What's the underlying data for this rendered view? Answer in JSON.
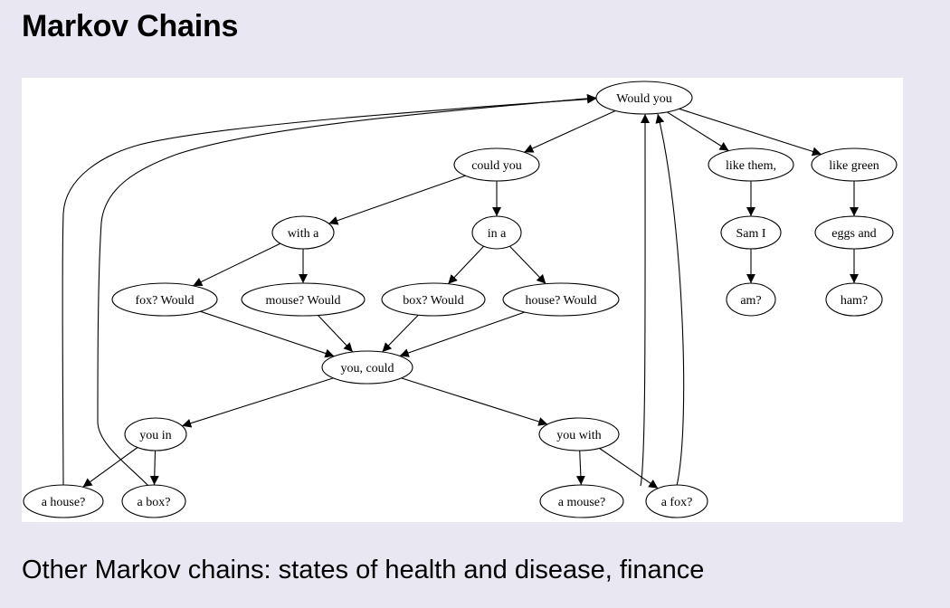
{
  "page": {
    "title": "Markov Chains",
    "footer": "Other Markov chains: states of health and disease, finance"
  },
  "diagram": {
    "nodes": [
      {
        "id": "would_you",
        "label": "Would you"
      },
      {
        "id": "could_you",
        "label": "could you"
      },
      {
        "id": "like_them",
        "label": "like them,"
      },
      {
        "id": "like_green",
        "label": "like green"
      },
      {
        "id": "with_a",
        "label": "with a"
      },
      {
        "id": "in_a",
        "label": "in a"
      },
      {
        "id": "sam_i",
        "label": "Sam I"
      },
      {
        "id": "eggs_and",
        "label": "eggs and"
      },
      {
        "id": "fox_would",
        "label": "fox? Would"
      },
      {
        "id": "mouse_would",
        "label": "mouse? Would"
      },
      {
        "id": "box_would",
        "label": "box? Would"
      },
      {
        "id": "house_would",
        "label": "house? Would"
      },
      {
        "id": "am",
        "label": "am?"
      },
      {
        "id": "ham",
        "label": "ham?"
      },
      {
        "id": "you_could",
        "label": "you, could"
      },
      {
        "id": "you_in",
        "label": "you in"
      },
      {
        "id": "you_with",
        "label": "you with"
      },
      {
        "id": "a_house",
        "label": "a house?"
      },
      {
        "id": "a_box",
        "label": "a box?"
      },
      {
        "id": "a_mouse",
        "label": "a mouse?"
      },
      {
        "id": "a_fox",
        "label": "a fox?"
      }
    ],
    "edges": [
      {
        "from": "would_you",
        "to": "could_you"
      },
      {
        "from": "would_you",
        "to": "like_them"
      },
      {
        "from": "would_you",
        "to": "like_green"
      },
      {
        "from": "could_you",
        "to": "with_a"
      },
      {
        "from": "could_you",
        "to": "in_a"
      },
      {
        "from": "like_them",
        "to": "sam_i"
      },
      {
        "from": "like_green",
        "to": "eggs_and"
      },
      {
        "from": "with_a",
        "to": "fox_would"
      },
      {
        "from": "with_a",
        "to": "mouse_would"
      },
      {
        "from": "in_a",
        "to": "box_would"
      },
      {
        "from": "in_a",
        "to": "house_would"
      },
      {
        "from": "sam_i",
        "to": "am"
      },
      {
        "from": "eggs_and",
        "to": "ham"
      },
      {
        "from": "fox_would",
        "to": "you_could"
      },
      {
        "from": "mouse_would",
        "to": "you_could"
      },
      {
        "from": "box_would",
        "to": "you_could"
      },
      {
        "from": "house_would",
        "to": "you_could"
      },
      {
        "from": "you_could",
        "to": "you_in"
      },
      {
        "from": "you_could",
        "to": "you_with"
      },
      {
        "from": "you_in",
        "to": "a_house"
      },
      {
        "from": "you_in",
        "to": "a_box"
      },
      {
        "from": "you_with",
        "to": "a_mouse"
      },
      {
        "from": "you_with",
        "to": "a_fox"
      },
      {
        "from": "a_house",
        "to": "would_you"
      },
      {
        "from": "a_box",
        "to": "would_you"
      },
      {
        "from": "a_mouse",
        "to": "would_you"
      },
      {
        "from": "a_fox",
        "to": "would_you"
      }
    ]
  }
}
